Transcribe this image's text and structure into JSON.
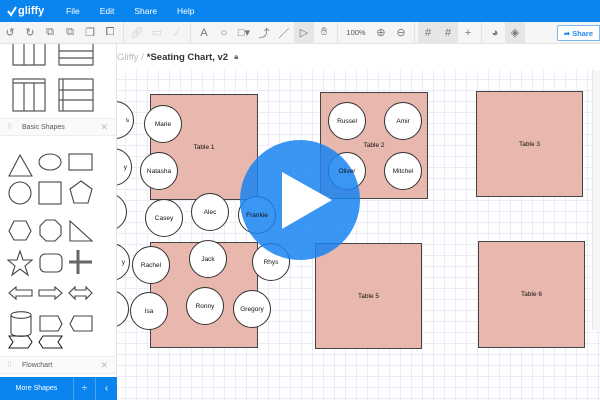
{
  "app": {
    "logo": "gliffy",
    "brand_color": "#0a84ee"
  },
  "menu": [
    "File",
    "Edit",
    "Share",
    "Help"
  ],
  "toolbar": {
    "zoom": "100%",
    "share_label": "Share"
  },
  "breadcrumb": {
    "root": "Gliffy /",
    "document": "*Seating Chart, v2"
  },
  "sidebar": {
    "panels": [
      "Basic Shapes",
      "Flowchart"
    ],
    "more_shapes": "More Shapes"
  },
  "tables": [
    {
      "label": "Table 1"
    },
    {
      "label": "Table 2"
    },
    {
      "label": "Table 3"
    },
    {
      "label": ""
    },
    {
      "label": "Table 5"
    },
    {
      "label": "Table 6"
    }
  ],
  "seats": [
    "Marie",
    "Natasha",
    "Casey",
    "Alec",
    "Frankie",
    "Russel",
    "Amir",
    "Oliver",
    "Mitchel",
    "Rachel",
    "Jack",
    "Rhys",
    "Isa",
    "Ronny",
    "Gregory"
  ],
  "offscreen_seats": [
    "s",
    "y",
    "",
    "y",
    ""
  ],
  "colors": {
    "table_fill": "#e8b7ae",
    "play_button": "#1884f0"
  }
}
